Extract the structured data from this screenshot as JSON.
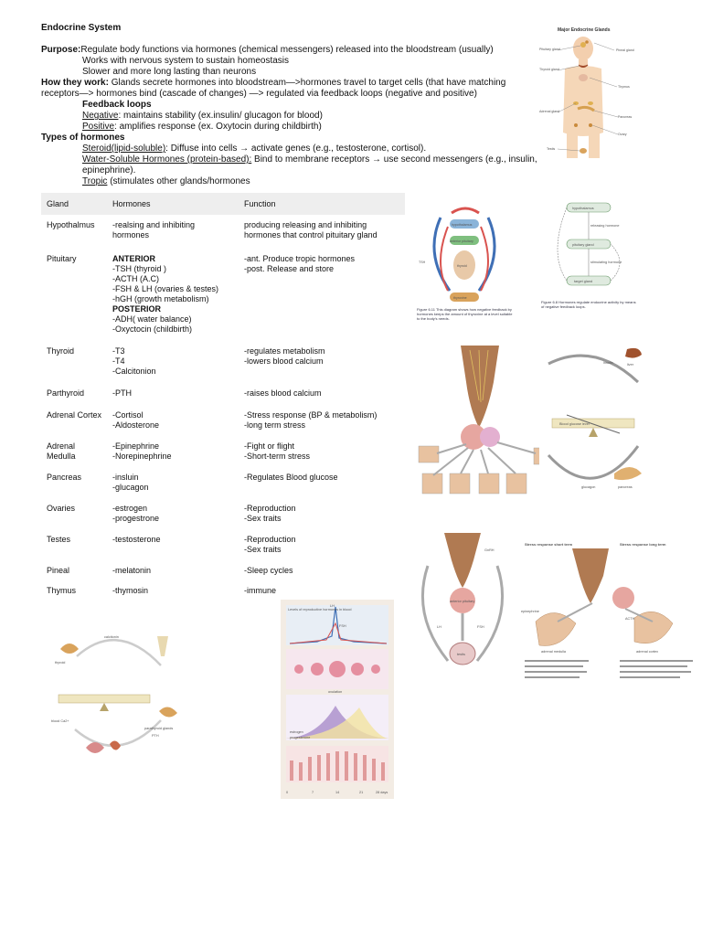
{
  "title": "Endocrine System",
  "purpose": {
    "label": "Purpose",
    "lines": [
      "Regulate body functions via hormones (chemical messengers) released into the bloodstream (usually)",
      "Works with nervous system to sustain homeostasis",
      "Slower and more long lasting than neurons"
    ]
  },
  "how": {
    "label": "How they work",
    "line1": "Glands secrete hormones into bloodstream—>hormones travel to target cells (that have matching",
    "line2": "receptors—> hormones bind (cascade of changes) —> regulated via feedback loops (negative and positive)"
  },
  "feedback": {
    "heading": "Feedback loops",
    "negative_label": "Negative",
    "negative_text": ": maintains stability (ex.insulin/ glucagon for blood)",
    "positive_label": "Positive",
    "positive_text": ": amplifies response (ex. Oxytocin during childbirth)"
  },
  "types": {
    "heading": "Types of hormones",
    "steroid_label": "Steroid(lipid-soluble)",
    "steroid_text": ": Diffuse into cells → activate genes (e.g., testosterone, cortisol).",
    "water_label": "Water-Soluble Hormones (protein-based):",
    "water_text": " Bind to membrane receptors → use second messengers (e.g., insulin,",
    "water_text2": "epinephrine).",
    "tropic_label": "Tropic",
    "tropic_text": " (stimulates other glands/hormones"
  },
  "table": {
    "headers": [
      "Gland",
      "Hormones",
      "Function"
    ],
    "rows": [
      {
        "gland": "Hypothalmus",
        "hormones": " -realsing and inhibiting\nhormones",
        "function": "producing releasing and  inhibiting\nhormones that control pituitary gland"
      },
      {
        "gland": "Pituitary",
        "hormones": "",
        "function": "-ant. Produce tropic hormones\n-post. Release and store"
      },
      {
        "gland": "Thyroid",
        "hormones": "-T3\n-T4\n-Calcitonion",
        "function": "-regulates metabolism\n-lowers blood calcium"
      },
      {
        "gland": "Parthyroid",
        "hormones": "-PTH",
        "function": "-raises blood calcium"
      },
      {
        "gland": "Adrenal Cortex",
        "hormones": "-Cortisol\n-Aldosterone",
        "function": "-Stress response (BP & metabolism)\n-long term stress"
      },
      {
        "gland": "Adrenal\nMedulla",
        "hormones": "-Epinephrine\n-Norepinephrine",
        "function": "-Fight or flight\n-Short-term stress"
      },
      {
        "gland": "Pancreas",
        "hormones": "-insluin\n-glucagon",
        "function": "-Regulates Blood glucose"
      },
      {
        "gland": "Ovaries",
        "hormones": "-estrogen\n-progestrone",
        "function": "-Reproduction\n-Sex traits"
      },
      {
        "gland": "Testes",
        "hormones": "-testosterone",
        "function": "-Reproduction\n-Sex traits"
      },
      {
        "gland": "Pineal",
        "hormones": "-melatonin",
        "function": "-Sleep cycles"
      },
      {
        "gland": "Thymus",
        "hormones": "-thymosin",
        "function": "-immune"
      }
    ],
    "pituitary": {
      "anterior_heading": "ANTERIOR",
      "anterior_items": [
        "-TSH (thyroid )",
        "-ACTH (A.C)",
        "-FSH & LH (ovaries & testes)",
        "-hGH (growth metabolism)"
      ],
      "posterior_heading": "POSTERIOR",
      "posterior_items": [
        "-ADH( water balance)",
        "-Oxyctocin (childbirth)"
      ]
    }
  },
  "figures": {
    "glands": {
      "title": "Major Endocrine Glands",
      "labels": [
        "Pituitary gland",
        "Pineal gland",
        "Thyroid gland",
        "Thymus",
        "Adrenal gland",
        "Pancreas",
        "Ovary",
        "Testis"
      ]
    },
    "thyroid_feedback": {
      "labels": [
        "hypothalamus",
        "anterior pituitary",
        "TSH",
        "thyroid",
        "thyroxine"
      ],
      "caption": "Figure 6.11 This diagram shows how negative feedback by hormones keeps the amount of thyroxine at a level suitable to the body's needs."
    },
    "negative_feedback": {
      "labels": [
        "hypothalamus",
        "releasing hormone",
        "pituitary gland",
        "stimulating hormone",
        "target gland"
      ],
      "caption": "Figure 6.8 Hormones regulate endocrine activity by means of negative feedback loops."
    },
    "glucose": {
      "labels": [
        "Blood glucose level",
        "insulin",
        "glucagon",
        "liver",
        "pancreas"
      ]
    },
    "stress": {
      "labels": [
        "Stress response short term",
        "Stress response long term",
        "adrenal medulla",
        "adrenal cortex",
        "ACTH",
        "epinephrine"
      ]
    },
    "menstrual": {
      "labels": [
        "Levels of reproductive hormones in blood",
        "LH",
        "FSH",
        "estrogen",
        "progesterone",
        "ovulation",
        "0",
        "7",
        "14",
        "21",
        "28 days"
      ]
    },
    "calcium": {
      "labels": [
        "calcitonin",
        "thyroid",
        "parathyroid glands",
        "PTH",
        "blood Ca2+"
      ]
    },
    "male": {
      "labels": [
        "GnRH",
        "LH",
        "FSH",
        "testis",
        "anterior pituitary"
      ]
    }
  },
  "colors": {
    "header_bg": "#eeeeee",
    "artery_red": "#d9534f",
    "vein_blue": "#3f6fb5",
    "gland_tan": "#d9a35c",
    "estrogen_purple": "#a98cc9",
    "progesterone_yellow": "#f2e3a0"
  }
}
